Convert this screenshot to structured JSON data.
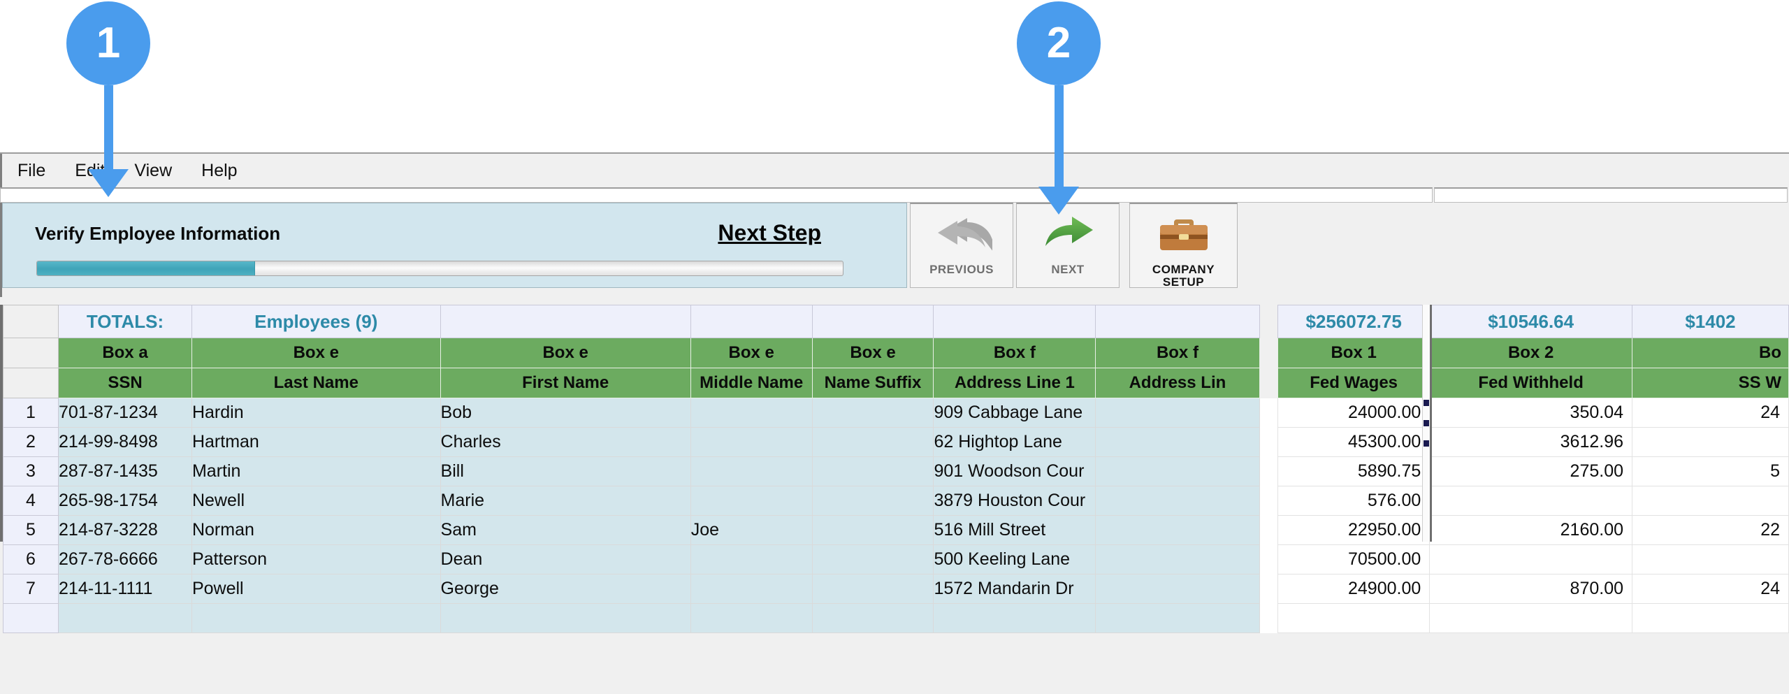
{
  "callouts": [
    {
      "number": "1",
      "points_to": "view-menu"
    },
    {
      "number": "2",
      "points_to": "next-button"
    }
  ],
  "menubar": {
    "items": [
      {
        "label": "File"
      },
      {
        "label": "Edit"
      },
      {
        "label": "View"
      },
      {
        "label": "Help"
      }
    ]
  },
  "banner": {
    "title": "Verify Employee Information",
    "next_step_link": "Next Step",
    "progress_percent": 27
  },
  "toolbar": {
    "buttons": [
      {
        "name": "previous",
        "label": "PREVIOUS",
        "icon": "curved-arrow-left-icon",
        "enabled": false
      },
      {
        "name": "next",
        "label": "NEXT",
        "icon": "curved-arrow-right-icon",
        "enabled": true
      },
      {
        "name": "company-setup",
        "label_line1": "COMPANY",
        "label_line2": "SETUP",
        "icon": "briefcase-icon",
        "enabled": true
      }
    ]
  },
  "grid": {
    "totals": {
      "label": "TOTALS:",
      "employees": "Employees (9)",
      "values": [
        "",
        "",
        "",
        "",
        "",
        "$256072.75",
        "$10546.64",
        "$1402"
      ]
    },
    "box_labels": [
      "Box a",
      "Box e",
      "Box e",
      "Box e",
      "Box e",
      "Box f",
      "Box f",
      "Box 1",
      "Box 2",
      "Bo"
    ],
    "columns": [
      "SSN",
      "Last Name",
      "First Name",
      "Middle Name",
      "Name Suffix",
      "Address Line 1",
      "Address Lin",
      "Fed Wages",
      "Fed Withheld",
      "SS W"
    ],
    "rows": [
      {
        "n": "1",
        "ssn": "701-87-1234",
        "last": "Hardin",
        "first": "Bob",
        "middle": "",
        "suffix": "",
        "addr1": "909 Cabbage Lane",
        "addr2": "",
        "fed_wages": "24000.00",
        "fed_withheld": "350.04",
        "ss_wages": "24"
      },
      {
        "n": "2",
        "ssn": "214-99-8498",
        "last": "Hartman",
        "first": "Charles",
        "middle": "",
        "suffix": "",
        "addr1": "62 Hightop Lane",
        "addr2": "",
        "fed_wages": "45300.00",
        "fed_withheld": "3612.96",
        "ss_wages": ""
      },
      {
        "n": "3",
        "ssn": "287-87-1435",
        "last": "Martin",
        "first": "Bill",
        "middle": "",
        "suffix": "",
        "addr1": "901 Woodson Cour",
        "addr2": "",
        "fed_wages": "5890.75",
        "fed_withheld": "275.00",
        "ss_wages": "5"
      },
      {
        "n": "4",
        "ssn": "265-98-1754",
        "last": "Newell",
        "first": "Marie",
        "middle": "",
        "suffix": "",
        "addr1": "3879 Houston Cour",
        "addr2": "",
        "fed_wages": "576.00",
        "fed_withheld": "",
        "ss_wages": ""
      },
      {
        "n": "5",
        "ssn": "214-87-3228",
        "last": "Norman",
        "first": "Sam",
        "middle": "Joe",
        "suffix": "",
        "addr1": "516 Mill Street",
        "addr2": "",
        "fed_wages": "22950.00",
        "fed_withheld": "2160.00",
        "ss_wages": "22"
      },
      {
        "n": "6",
        "ssn": "267-78-6666",
        "last": "Patterson",
        "first": "Dean",
        "middle": "",
        "suffix": "",
        "addr1": "500 Keeling Lane",
        "addr2": "",
        "fed_wages": "70500.00",
        "fed_withheld": "",
        "ss_wages": ""
      },
      {
        "n": "7",
        "ssn": "214-11-1111",
        "last": "Powell",
        "first": "George",
        "middle": "",
        "suffix": "",
        "addr1": "1572 Mandarin Dr",
        "addr2": "",
        "fed_wages": "24900.00",
        "fed_withheld": "870.00",
        "ss_wages": "24"
      }
    ]
  },
  "colors": {
    "accent_blue": "#4a9ced",
    "header_green": "#6cab60",
    "banner_blue": "#d2e6ee",
    "totals_teal": "#2d8aa8",
    "row_blue": "#d3e6ec"
  }
}
